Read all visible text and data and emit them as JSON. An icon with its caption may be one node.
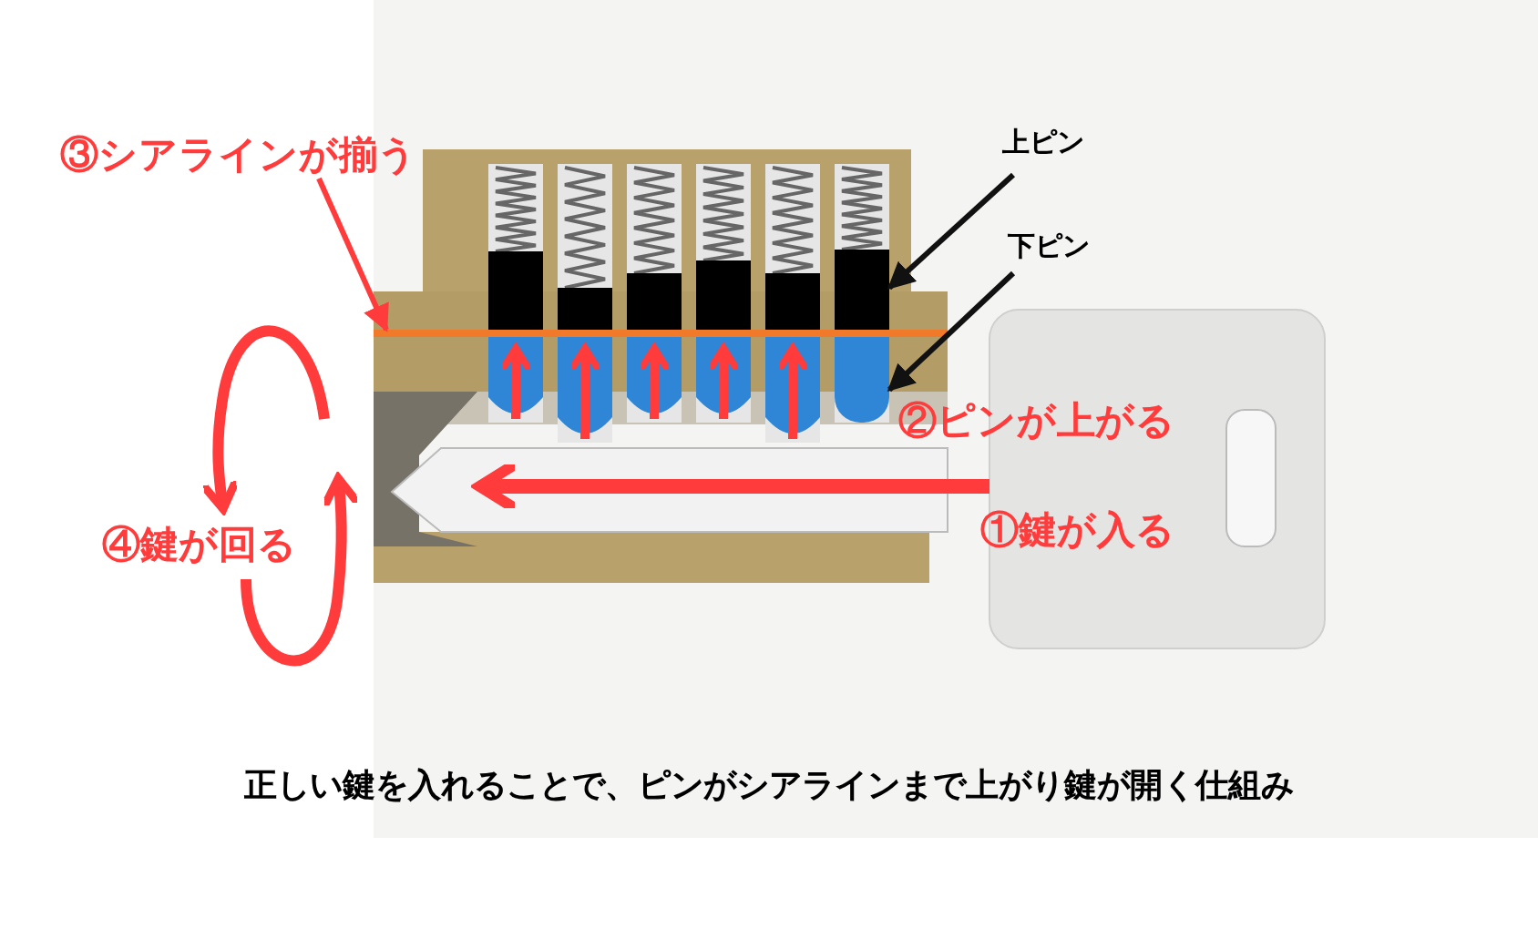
{
  "diagram": {
    "caption": "正しい鍵を入れることで、ピンがシアラインまで上がり鍵が開く仕組み",
    "nodes": [
      {
        "text": [
          "③シアラインが揃う"
        ]
      },
      {
        "text": [],
        "shape": "bar"
      },
      {
        "text": [
          "上ピン"
        ]
      },
      {
        "text": [],
        "shape": "box"
      },
      {
        "text": [
          "下ピン"
        ]
      },
      {
        "text": [],
        "shape": "box"
      }
    ],
    "edges": [
      {
        "from": 0,
        "to": 1,
        "arrow": "to",
        "color": "#ff3b3b"
      },
      {
        "from": 2,
        "to": 3,
        "arrow": "to"
      },
      {
        "from": 4,
        "to": 5,
        "arrow": "to"
      }
    ],
    "labels": [
      "②ピンが上がる",
      "①鍵が入る",
      "④鍵が回る"
    ]
  }
}
